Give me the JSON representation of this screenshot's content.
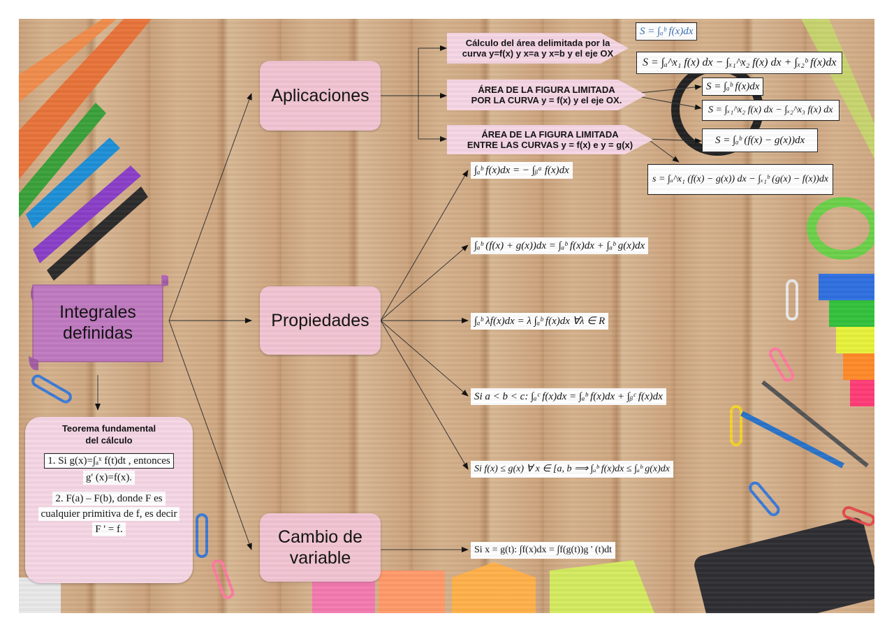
{
  "root": {
    "label_line1": "Integrales",
    "label_line2": "definidas"
  },
  "branches": {
    "aplicaciones": "Aplicaciones",
    "propiedades": "Propiedades",
    "cambio_line1": "Cambio de",
    "cambio_line2": "variable"
  },
  "aplicaciones_items": [
    {
      "line1": "Cálculo del área delimitada por la",
      "line2": "curva y=f(x) y x=a y x=b y el eje OX"
    },
    {
      "line1": "ÁREA DE LA FIGURA LIMITADA",
      "line2": "POR LA CURVA y = f(x) y el eje OX."
    },
    {
      "line1": "ÁREA DE LA FIGURA LIMITADA",
      "line2": "ENTRE LAS CURVAS y = f(x) e y = g(x)"
    }
  ],
  "formulas": {
    "area1a": "S = ∫ₐᵇ f(x)dx",
    "area1b": "S = ∫ₐ^x₁ f(x) dx − ∫ₓ₁^x₂ f(x) dx + ∫ₓ₂ᵇ f(x)dx",
    "area2a": "S = ∫ₐᵇ f(x)dx",
    "area2b": "S = ∫ₓ₁^x₂ f(x) dx − ∫ₓ₂^x₃ f(x) dx",
    "area3a": "S = ∫ₐᵇ (f(x) − g(x))dx",
    "area3b": "s = ∫ₐ^x₁ (f(x) − g(x)) dx − ∫ₓ₁ᵇ (g(x) − f(x))dx"
  },
  "propiedades_items": [
    "∫ₐᵇ f(x)dx = − ∫ᵦᵃ f(x)dx",
    "∫ₐᵇ (f(x) + g(x))dx = ∫ₐᵇ f(x)dx + ∫ₐᵇ g(x)dx",
    "∫ₐᵇ λf(x)dx = λ ∫ₐᵇ f(x)dx     ∀λ ∈ R",
    "Si a < b < c: ∫ₐᶜ f(x)dx = ∫ₐᵇ f(x)dx + ∫ᵦᶜ f(x)dx",
    "Si f(x) ≤ g(x)  ∀ x ∈ [a, b ⟹ ∫ₐᵇ f(x)dx ≤ ∫ₐᵇ g(x)dx"
  ],
  "cambio_item": "Si x = g(t): ∫f(x)dx = ∫f(g(t))g ' (t)dt",
  "teorema": {
    "title_line1": "Teorema fundamental",
    "title_line2": "del cálculo",
    "item1_line1": "1.   Si  g(x)=∫ₐˣ f(t)dt , entonces",
    "item1_line2": "g' (x)=f(x).",
    "item2_line1": "2.    F(a) – F(b), donde F es",
    "item2_line2": "cualquier primitiva de f, es decir",
    "item2_line3": "F ' = f."
  },
  "colors": {
    "pink": "#f2c4d2",
    "purple": "#c07ac0",
    "light_pink": "#f6d6e4",
    "wood": "#cfa882"
  }
}
